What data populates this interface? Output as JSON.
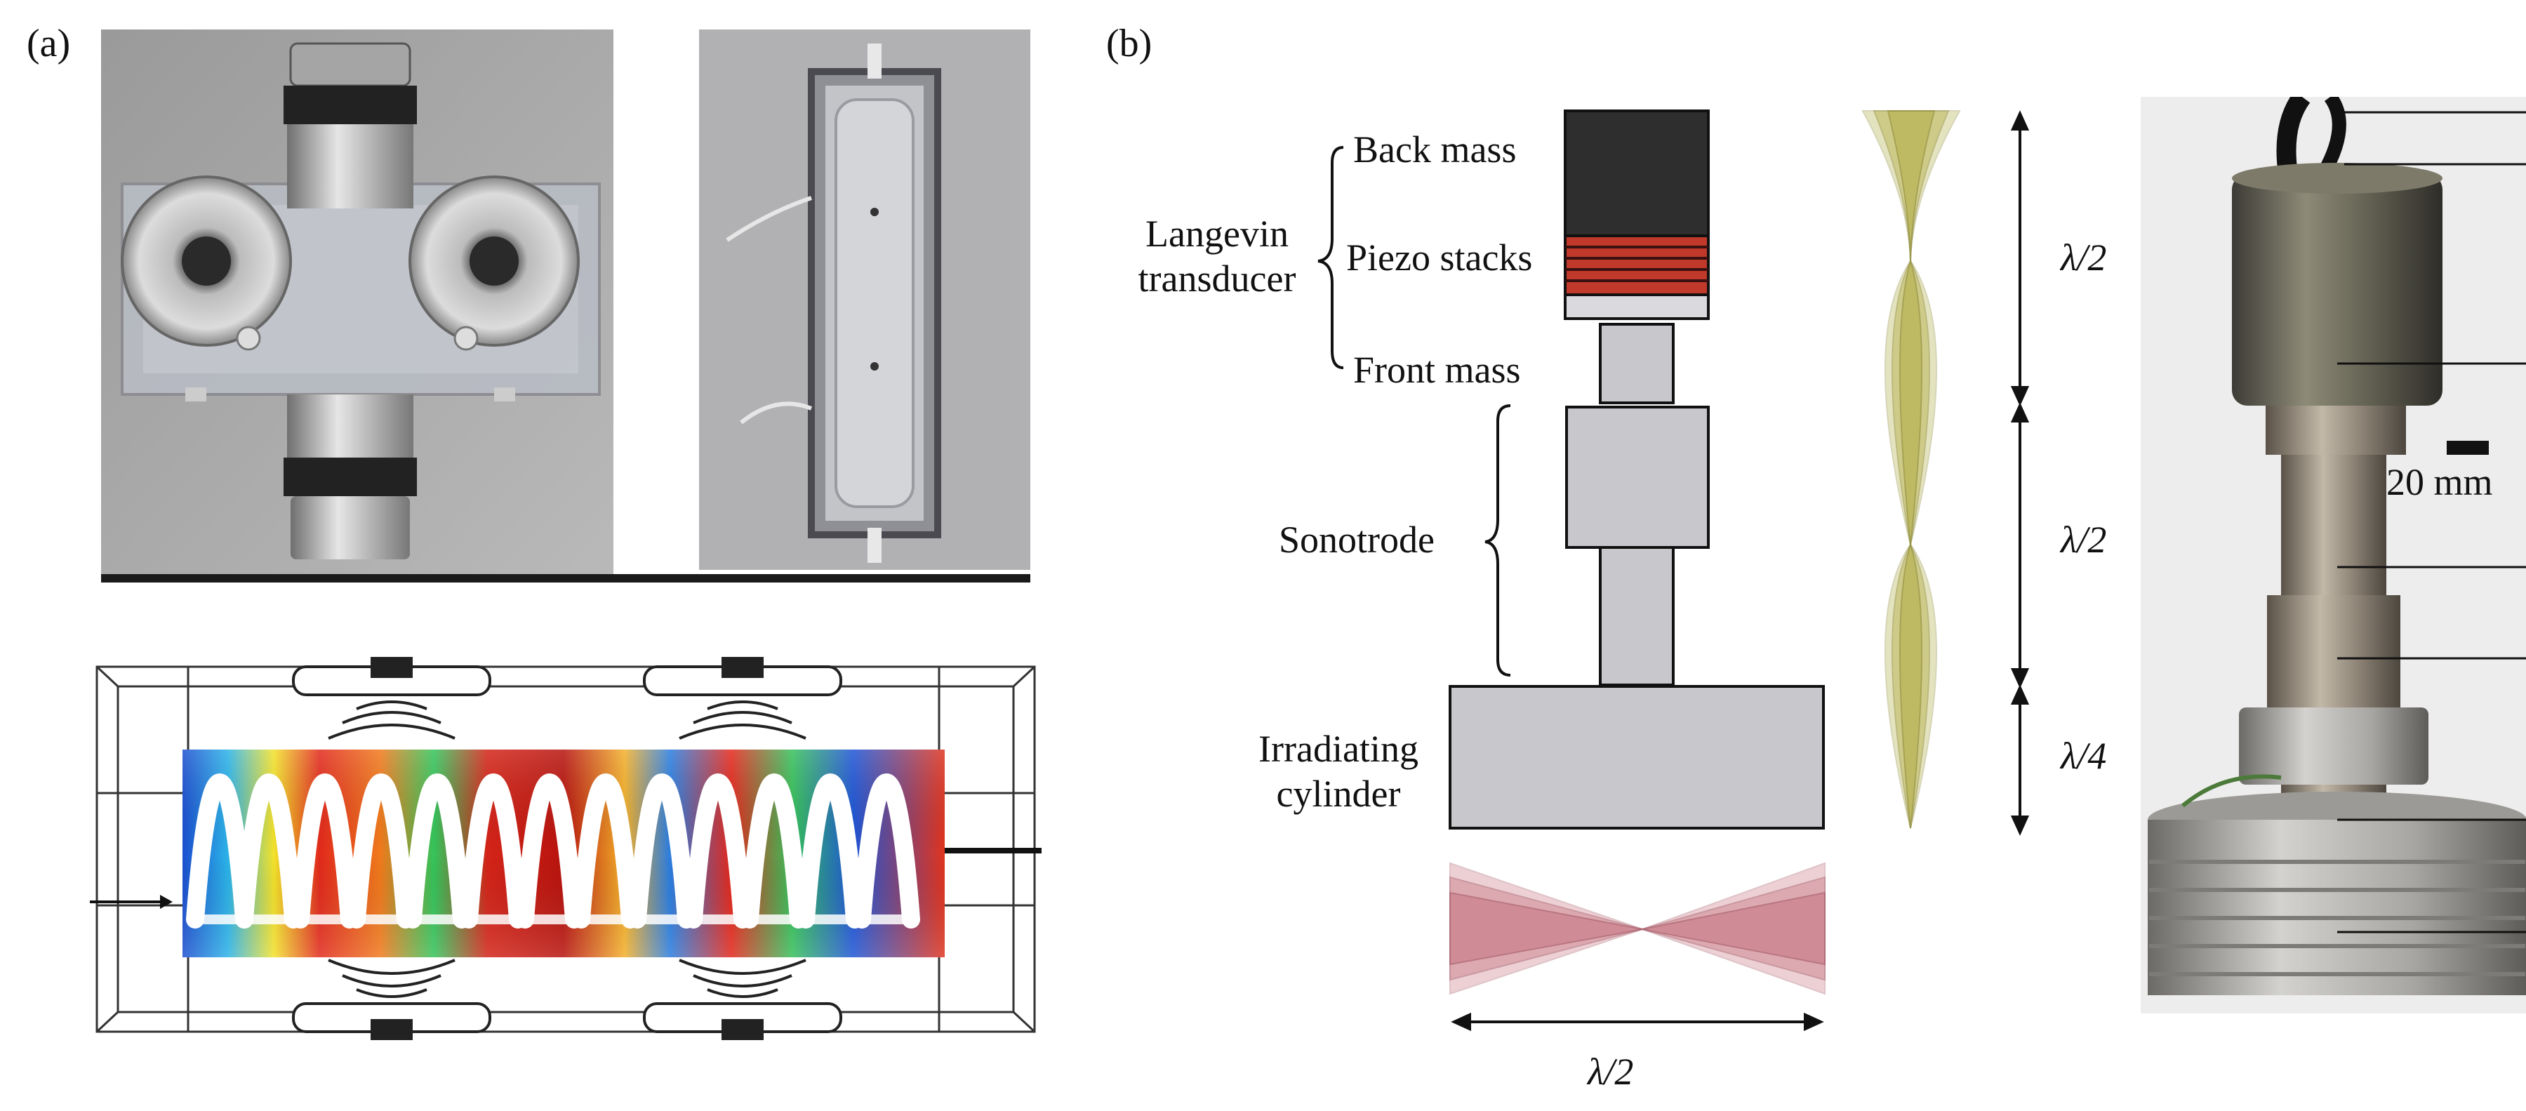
{
  "panel_a": {
    "label": "(a)"
  },
  "panel_b": {
    "label": "(b)",
    "parts": {
      "back_mass": "Back mass",
      "piezo_stacks": "Piezo stacks",
      "front_mass": "Front mass",
      "langevin_line1": "Langevin",
      "langevin_line2": "transducer",
      "sonotrode": "Sonotrode",
      "irradiating_line1": "Irradiating",
      "irradiating_line2": "cylinder"
    },
    "dimensions": {
      "top": "λ/2",
      "middle": "λ/2",
      "bottom": "λ/4",
      "horizontal": "λ/2"
    },
    "scale_bar": "20 mm"
  },
  "colors": {
    "back_mass": "#2e2e2e",
    "piezo": "#c0392b",
    "metal": "#c8c8cc",
    "axial_mode": "#b5b04a",
    "radial_mode": "#c97a86"
  }
}
